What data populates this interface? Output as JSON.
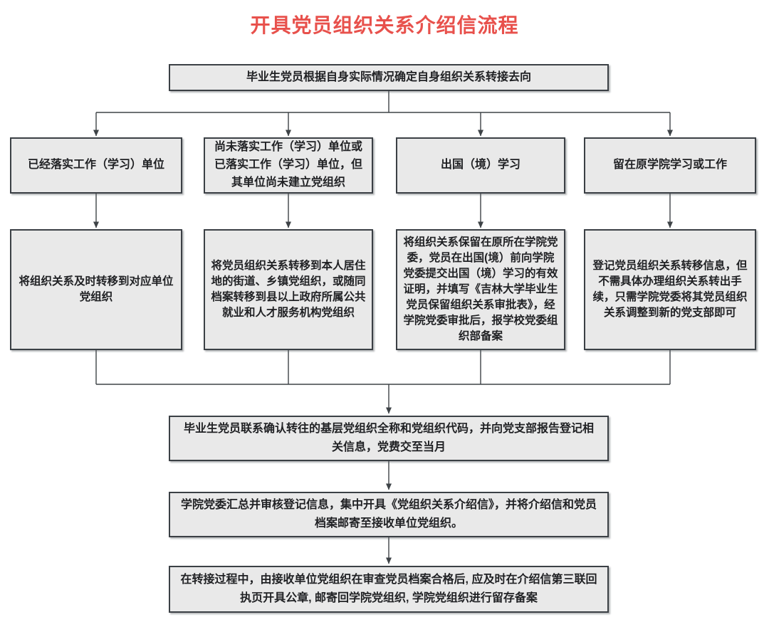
{
  "title": "开具党员组织关系介绍信流程",
  "colors": {
    "title_red": "#e8514c",
    "box_fill": "#e9e9e9",
    "box_border": "#3b4045",
    "connector_line": "#3e4347",
    "text": "#1f2023"
  },
  "flow": {
    "start": "毕业生党员根据自身实际情况确定自身组织关系转接去向",
    "branches": [
      {
        "condition": "已经落实工作（学习）单位",
        "action": "将组织关系及时转移到对应单位党组织"
      },
      {
        "condition": "尚未落实工作（学习）单位或已落实工作（学习）单位，但其单位尚未建立党组织",
        "action": "将党员组织关系转移到本人居住地的街道、乡镇党组织，或随同档案转移到县以上政府所属公共就业和人才服务机构党组织"
      },
      {
        "condition": "出国（境）学习",
        "action": "将组织关系保留在原所在学院党委，党员在出国(境）前向学院党委提交出国（境）学习的有效证明，并填写《吉林大学毕业生党员保留组织关系审批表》，经学院党委审批后，报学校党委组织部备案"
      },
      {
        "condition": "留在原学院学习或工作",
        "action": "登记党员组织关系转移信息，但不需具体办理组织关系转出手续，只需学院党委将其党员组织关系调整到新的党支部即可"
      }
    ],
    "confirm": "毕业生党员联系确认转往的基层党组织全称和党组织代码，并向党支部报告登记相关信息，党费交至当月",
    "issue": "学院党委汇总并审核登记信息，集中开具《党组织关系介绍信》，并将介绍信和党员档案邮寄至接收单位党组织。",
    "final": "在转接过程中，由接收单位党组织在审查党员档案合格后, 应及时在介绍信第三联回执页开具公章, 邮寄回学院党组织, 学院党组织进行留存备案"
  }
}
